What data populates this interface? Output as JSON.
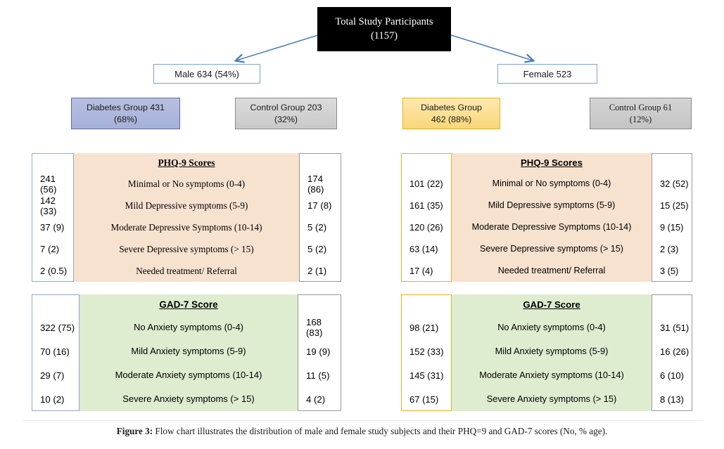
{
  "figure": {
    "caption_prefix": "Figure 3:",
    "caption_text": " Flow chart illustrates the distribution of male and female study subjects and their PHQ=9 and GAD-7 scores (No, % age)."
  },
  "colors": {
    "total_box_bg": "#000000",
    "gender_box_border": "#7ba2d0",
    "male_diabetes_bg": "#a6b1d8",
    "male_diabetes_border": "#5b6ca8",
    "control_bg": "#c9c9c9",
    "control_border": "#8a8a8a",
    "female_diabetes_bg": "#f9d77a",
    "female_diabetes_border": "#edb022",
    "phq_panel_bg": "#f7e2d0",
    "gad_panel_bg": "#deeccf",
    "arrow": "#4a7ebb"
  },
  "nodes": {
    "total": {
      "title": "Total Study Participants",
      "count": "(1157)"
    },
    "male": {
      "label": "Male 634 (54%)"
    },
    "female": {
      "label": "Female 523"
    },
    "male_diabetes": {
      "line1": "Diabetes Group 431",
      "line2": "(68%)"
    },
    "male_control": {
      "line1": "Control Group 203",
      "line2": "(32%)"
    },
    "female_diabetes": {
      "line1": "Diabetes Group",
      "line2": "462 (88%)"
    },
    "female_control": {
      "line1": "Control Group 61",
      "line2": "(12%)"
    }
  },
  "chart_data": {
    "type": "table",
    "title": "Flow chart of male and female study subjects with PHQ-9 and GAD-7 scores",
    "tables": [
      {
        "id": "male-phq9",
        "title": "PHQ-9 Scores",
        "left_group": "Male Diabetes Group",
        "right_group": "Male Control Group",
        "rows": [
          {
            "label": "Minimal or No symptoms (0-4)",
            "left": "241 (56)",
            "right": "174 (86)"
          },
          {
            "label": "Mild Depressive symptoms (5-9)",
            "left": "142 (33)",
            "right": "17 (8)"
          },
          {
            "label": "Moderate Depressive Symptoms (10-14)",
            "left": "37 (9)",
            "right": "5 (2)"
          },
          {
            "label": "Severe Depressive symptoms (> 15)",
            "left": "7 (2)",
            "right": "5 (2)"
          },
          {
            "label": "Needed treatment/ Referral",
            "left": "2 (0.5)",
            "right": "2 (1)"
          }
        ]
      },
      {
        "id": "female-phq9",
        "title": "PHQ-9 Scores",
        "left_group": "Female Diabetes Group",
        "right_group": "Female Control Group",
        "rows": [
          {
            "label": "Minimal or No symptoms (0-4)",
            "left": "101 (22)",
            "right": "32 (52)"
          },
          {
            "label": "Mild Depressive symptoms (5-9)",
            "left": "161 (35)",
            "right": "15 (25)"
          },
          {
            "label": "Moderate Depressive Symptoms (10-14)",
            "left": "120 (26)",
            "right": "9 (15)"
          },
          {
            "label": "Severe Depressive symptoms (> 15)",
            "left": "63 (14)",
            "right": "2 (3)"
          },
          {
            "label": "Needed treatment/ Referral",
            "left": "17 (4)",
            "right": "3 (5)"
          }
        ]
      },
      {
        "id": "male-gad7",
        "title": "GAD-7 Score",
        "left_group": "Male Diabetes Group",
        "right_group": "Male Control Group",
        "rows": [
          {
            "label": "No Anxiety symptoms (0-4)",
            "left": "322 (75)",
            "right": "168 (83)"
          },
          {
            "label": "Mild Anxiety symptoms (5-9)",
            "left": "70 (16)",
            "right": "19 (9)"
          },
          {
            "label": "Moderate Anxiety symptoms (10-14)",
            "left": "29 (7)",
            "right": "11 (5)"
          },
          {
            "label": "Severe Anxiety symptoms (> 15)",
            "left": "10 (2)",
            "right": "4 (2)"
          }
        ]
      },
      {
        "id": "female-gad7",
        "title": "GAD-7 Score",
        "left_group": "Female Diabetes Group",
        "right_group": "Female Control Group",
        "rows": [
          {
            "label": "No Anxiety symptoms (0-4)",
            "left": "98 (21)",
            "right": "31 (51)"
          },
          {
            "label": "Mild Anxiety symptoms (5-9)",
            "left": "152 (33)",
            "right": "16 (26)"
          },
          {
            "label": "Moderate Anxiety symptoms (10-14)",
            "left": "145 (31)",
            "right": "6 (10)"
          },
          {
            "label": "Severe Anxiety symptoms (> 15)",
            "left": "67 (15)",
            "right": "8 (13)"
          }
        ]
      }
    ]
  }
}
